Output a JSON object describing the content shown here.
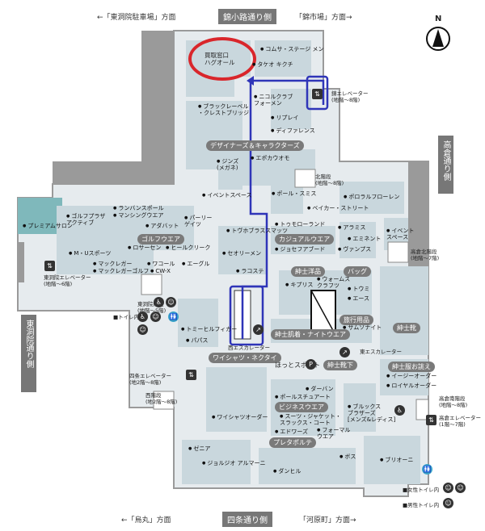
{
  "streets": {
    "top_left": "←「東洞院駐車場」方面",
    "top_main": "錦小路通り側",
    "top_right": "「錦市場」方面→",
    "right_main": "高倉通り側",
    "left_main": "東洞院通り側",
    "bottom_left": "←「烏丸」方面",
    "bottom_main": "四条通り側",
    "bottom_right": "「河原町」方面→"
  },
  "compass": "N",
  "highlight": "買取窓口\nハグオール",
  "categories": {
    "designers": "デザイナーズ＆キャラクターズ",
    "golf": "ゴルフウエア",
    "casual": "カジュアルウエア",
    "mens_suit": "紳士洋品",
    "bag": "バッグ",
    "travel": "旅行用品",
    "underwear": "紳士肌着・ナイトウエア",
    "shoes": "紳士靴",
    "socks": "紳士靴下",
    "order": "紳士服お誂え",
    "shirts": "ワイシャツ・ネクタイ",
    "business": "ビジネスウエア",
    "pret": "プレタポルテ"
  },
  "shops": [
    {
      "t": "コムサ・ステージ メン"
    },
    {
      "t": "タケオ キクチ"
    },
    {
      "t": "ニコルクラブ\nフォーメン"
    },
    {
      "t": "ブラックレーベル\n・クレストブリッジ"
    },
    {
      "t": "リプレイ"
    },
    {
      "t": "ディファレンス"
    },
    {
      "t": "ジンズ\n(メガネ)"
    },
    {
      "t": "エポカウオモ"
    },
    {
      "t": "ポール・スミス"
    },
    {
      "t": "ポロラルフローレン"
    },
    {
      "t": "ベイカー・ストリート"
    },
    {
      "t": "イベントスペース"
    },
    {
      "t": "ランバンスポール"
    },
    {
      "t": "マンシングウエア"
    },
    {
      "t": "ゴルフプラザ\nアクティブ"
    },
    {
      "t": "アダバット"
    },
    {
      "t": "パーリー\nゲイツ"
    },
    {
      "t": "プレミアムサロン"
    },
    {
      "t": "M・Uスポーツ"
    },
    {
      "t": "ロサーセン"
    },
    {
      "t": "ヒールクリーク"
    },
    {
      "t": "マックレガー"
    },
    {
      "t": "マックレガーゴルフ"
    },
    {
      "t": "ワコール"
    },
    {
      "t": "CW-X"
    },
    {
      "t": "エーグル"
    },
    {
      "t": "トゥモローランド"
    },
    {
      "t": "トヴホブラススマッツ"
    },
    {
      "t": "ジョセフアブード"
    },
    {
      "t": "セオリーメン"
    },
    {
      "t": "ラコステ"
    },
    {
      "t": "アラミス"
    },
    {
      "t": "エミネント"
    },
    {
      "t": "ヴァンプス"
    },
    {
      "t": "イベント\nスペース"
    },
    {
      "t": "キプリス"
    },
    {
      "t": "ウォームス\nクラフツ"
    },
    {
      "t": "トウミ"
    },
    {
      "t": "エース"
    },
    {
      "t": "サムソナイト"
    },
    {
      "t": "トミーヒルフィガー"
    },
    {
      "t": "パパス"
    },
    {
      "t": "ほっとスポット"
    },
    {
      "t": "イージーオーダー"
    },
    {
      "t": "ロイヤルオーダー"
    },
    {
      "t": "ダーバン"
    },
    {
      "t": "ポールスチュアート"
    },
    {
      "t": "スーツ・ジャケット・\nスラックス・コート"
    },
    {
      "t": "エドワーズ"
    },
    {
      "t": "フォーマル\nウエア"
    },
    {
      "t": "ブルックス\nブラザーズ\n[メンズ&レディス]"
    },
    {
      "t": "ワイシャツオーダー"
    },
    {
      "t": "ゼニア"
    },
    {
      "t": "ジョルジオ アルマーニ"
    },
    {
      "t": "ダンヒル"
    },
    {
      "t": "ボス"
    },
    {
      "t": "ブリオーニ"
    }
  ],
  "notes": {
    "nishiki_elev": "錦エレベーター\n(地階〜8階)",
    "north_stairs": "北階段\n(地階〜8階)",
    "takakura_stairs": "高倉北階段\n(地階〜7階)",
    "higashi_elev": "東洞院エレベーター\n(地階〜6階)",
    "higashi_stairs": "東洞院階段\n(地階〜5階)",
    "toilet": "■トイレ内",
    "west_esc": "西エスカレーター",
    "east_esc": "東エスカレーター",
    "shijo_elev": "四条エレベーター\n(地2階〜8階)",
    "west_stairs": "西階段\n(地2階〜8階)",
    "south_stairs": "高倉南階段\n(地階〜8階)",
    "takakura_elev": "高倉エレベーター\n(1階〜7階)",
    "women_toilet": "■女性トイレ内",
    "men_toilet": "■男性トイレ内"
  },
  "colors": {
    "floor": "#e6ebee",
    "shop_area": "#c9d7dd",
    "wall": "#9a9a9a",
    "route": "#2f35b8",
    "highlight_ring": "#d9262b",
    "premium": "#7fb8bb"
  }
}
